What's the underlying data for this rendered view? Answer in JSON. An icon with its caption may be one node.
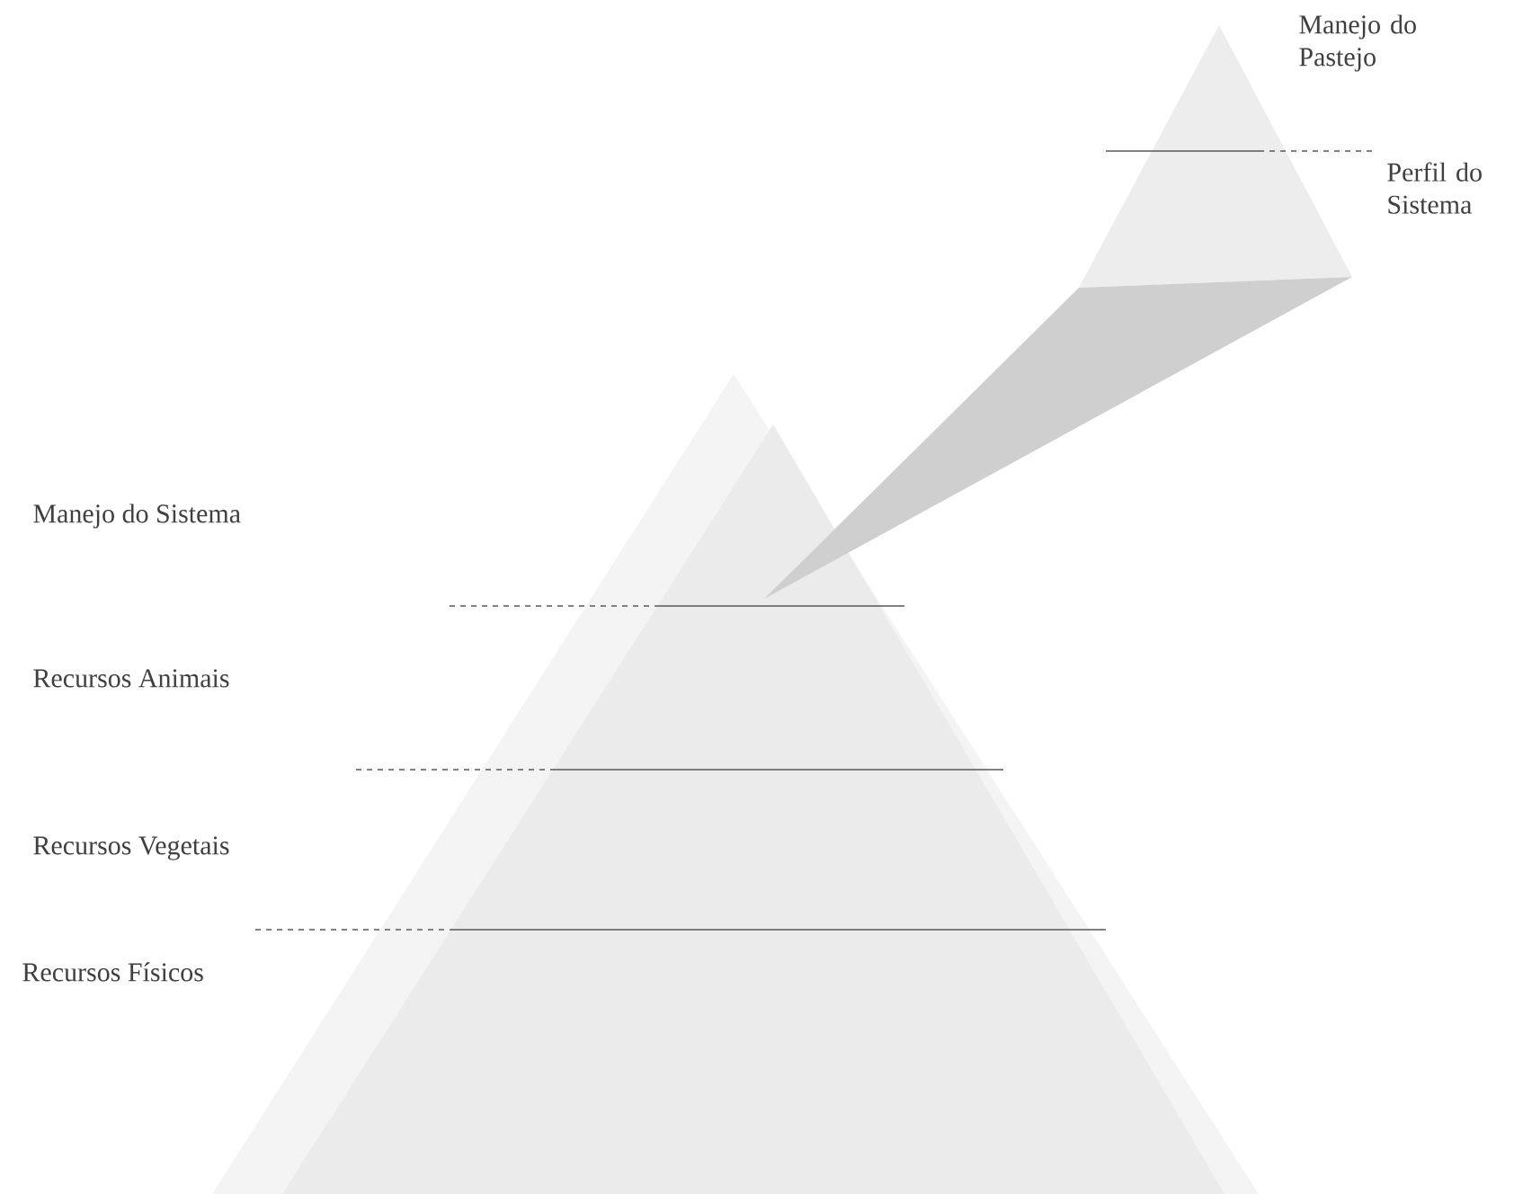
{
  "diagram": {
    "labels": [
      "Manejo do Pastejo",
      "Perfil do Sistema",
      "Manejo do Sistema",
      "Recursos Animais",
      "Recursos Vegetais",
      "Recursos Físicos"
    ]
  }
}
